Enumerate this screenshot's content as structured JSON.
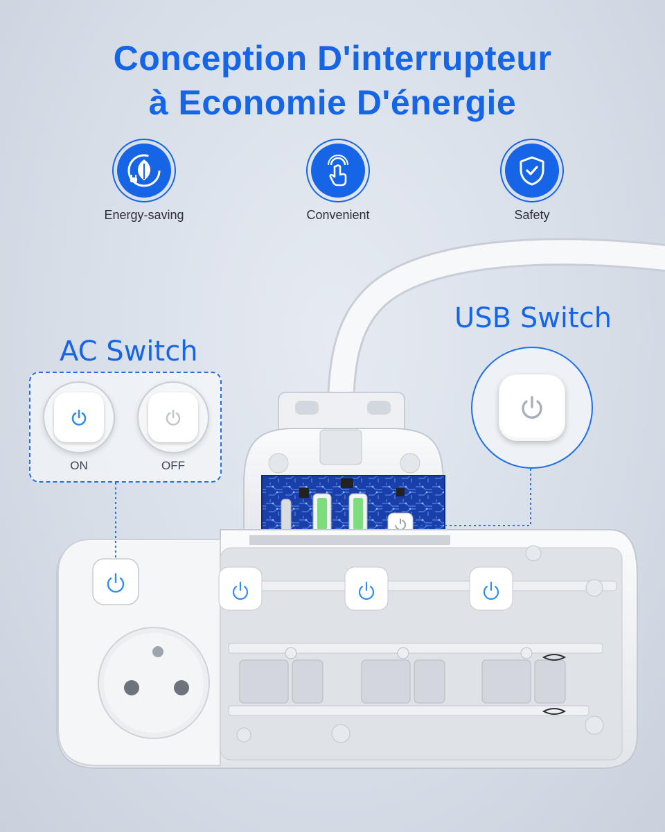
{
  "title": {
    "line1": "Conception D'interrupteur",
    "line2": "à Economie D'énergie"
  },
  "features": [
    {
      "label": "Energy-saving",
      "icon": "leaf-plug-icon"
    },
    {
      "label": "Convenient",
      "icon": "touch-hand-icon"
    },
    {
      "label": "Safety",
      "icon": "shield-check-icon"
    }
  ],
  "ac_switch": {
    "title": "AC Switch",
    "on_label": "ON",
    "off_label": "OFF"
  },
  "usb_switch": {
    "title": "USB Switch"
  },
  "colors": {
    "accent": "#1565e6",
    "background": "#d9dfe8",
    "product": "#f3f4f6",
    "power_icon_on": "#2f8cf0",
    "power_icon_off": "#b9bec7",
    "pcb": "#1b3fa8"
  }
}
